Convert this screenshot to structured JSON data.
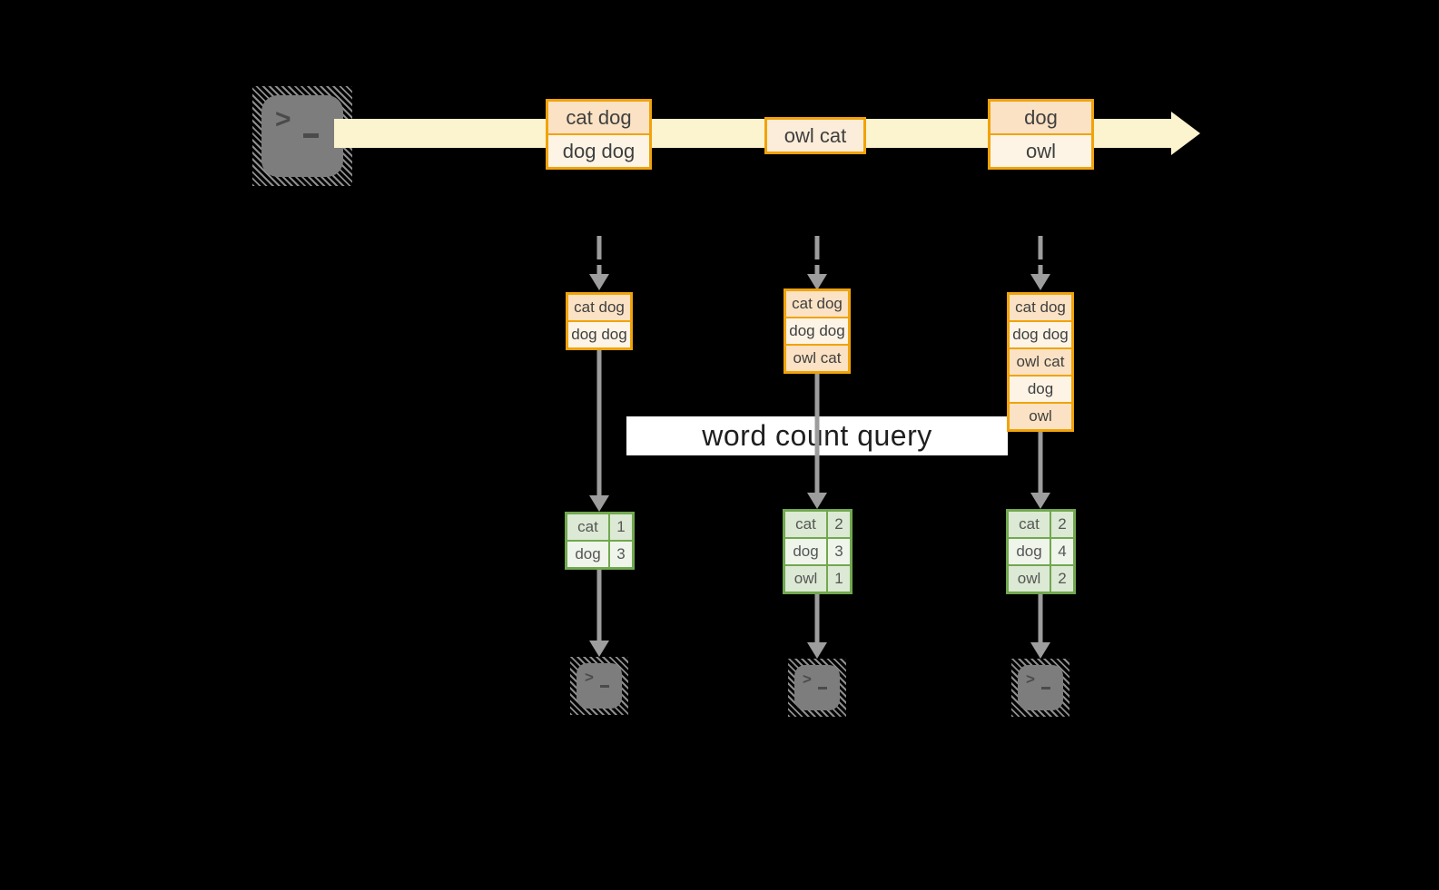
{
  "query_band": {
    "label": "word count query"
  },
  "icons": {
    "terminal_prompt": ">",
    "source_icon": "terminal-icon",
    "sink_icon": "terminal-icon",
    "stream_arrowhead": "right-arrowhead"
  },
  "stream": {
    "batches": [
      {
        "events": [
          "cat dog",
          "dog dog"
        ]
      },
      {
        "events": [
          "owl cat"
        ]
      },
      {
        "events": [
          "dog",
          "owl"
        ]
      }
    ]
  },
  "micro_batches": [
    {
      "events": [
        "cat dog",
        "dog dog"
      ]
    },
    {
      "events": [
        "cat dog",
        "dog dog",
        "owl cat"
      ]
    },
    {
      "events": [
        "cat dog",
        "dog dog",
        "owl cat",
        "dog",
        "owl"
      ]
    }
  ],
  "count_tables": [
    {
      "rows": [
        {
          "word": "cat",
          "count": "1"
        },
        {
          "word": "dog",
          "count": "3"
        }
      ]
    },
    {
      "rows": [
        {
          "word": "cat",
          "count": "2"
        },
        {
          "word": "dog",
          "count": "3"
        },
        {
          "word": "owl",
          "count": "1"
        }
      ]
    },
    {
      "rows": [
        {
          "word": "cat",
          "count": "2"
        },
        {
          "word": "dog",
          "count": "4"
        },
        {
          "word": "owl",
          "count": "2"
        }
      ]
    }
  ],
  "colors": {
    "background": "#000000",
    "stream_fill": "#FCF3CF",
    "box_border": "#F0A30A",
    "box_fill_dark": "#FBE2C4",
    "box_fill_light": "#FDF4E6",
    "single_box_fill": "#FCEDDA",
    "table_border": "#71A84F",
    "table_fill_dark": "#DCE9D4",
    "table_fill_light": "#EFF5EB",
    "arrow": "#9D9D9D",
    "terminal_body": "#7D7D7D",
    "query_band_bg": "#FFFFFF",
    "query_text": "#1F1F1F"
  }
}
